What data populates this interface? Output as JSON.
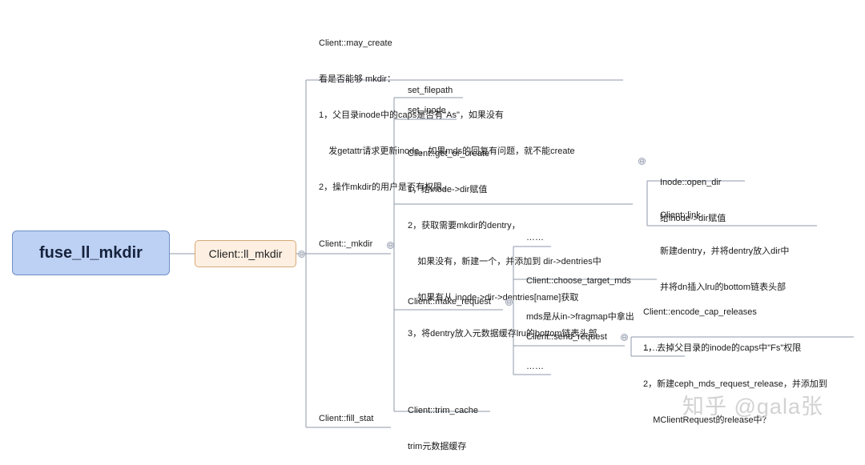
{
  "root": {
    "label": "fuse_ll_mkdir"
  },
  "ll_mkdir": {
    "label": "Client::ll_mkdir"
  },
  "may_create": {
    "lines": [
      "Client::may_create",
      "看是否能够 mkdir：",
      "1，父目录inode中的caps是否有\"As\"，如果没有",
      "    发getattr请求更新inode，如果mds的回复有问题，就不能create",
      "2，操作mkdir的用户是否有权限。"
    ]
  },
  "mkdir": {
    "label": "Client::_mkdir"
  },
  "fill_stat": {
    "label": "Client::fill_stat"
  },
  "set_filepath": {
    "label": "set_filepath"
  },
  "set_inode": {
    "label": "set_inode"
  },
  "get_or_create": {
    "lines": [
      "Client::get_or_create",
      "1，给inode->dir赋值",
      "2，获取需要mkdir的dentry，",
      "    如果没有，新建一个，并添加到 dir->dentries中",
      "    如果有从 inode->dir->dentries[name]获取",
      "3，将dentry放入元数据缓存lru的bottom链表头部"
    ]
  },
  "open_dir": {
    "lines": [
      "Inode::open_dir",
      "给inode->dir赋值"
    ]
  },
  "link": {
    "lines": [
      "Client::link",
      "新建dentry，并将dentry放入dir中",
      "并将dn插入lru的bottom链表头部"
    ]
  },
  "make_request": {
    "label": "Client::make_request"
  },
  "mr_dots_top": {
    "label": "……"
  },
  "choose_target": {
    "lines": [
      "Client::choose_target_mds",
      "mds是从in->fragmap中拿出"
    ]
  },
  "send_request": {
    "label": "Client::send_request"
  },
  "encode_cap": {
    "lines": [
      "Client::encode_cap_releases",
      "1，去掉父目录的inode的caps中\"Fs\"权限",
      "2，新建ceph_mds_request_release，并添加到",
      "    MClientRequest的release中？"
    ]
  },
  "sr_dots": {
    "label": "……"
  },
  "mr_dots_bottom": {
    "label": "……"
  },
  "trim_cache": {
    "lines": [
      "Client::trim_cache",
      "trim元数据缓存"
    ]
  },
  "watermark": {
    "text": "知乎 @gala张"
  },
  "toggle": {
    "symbol": "⊖"
  }
}
